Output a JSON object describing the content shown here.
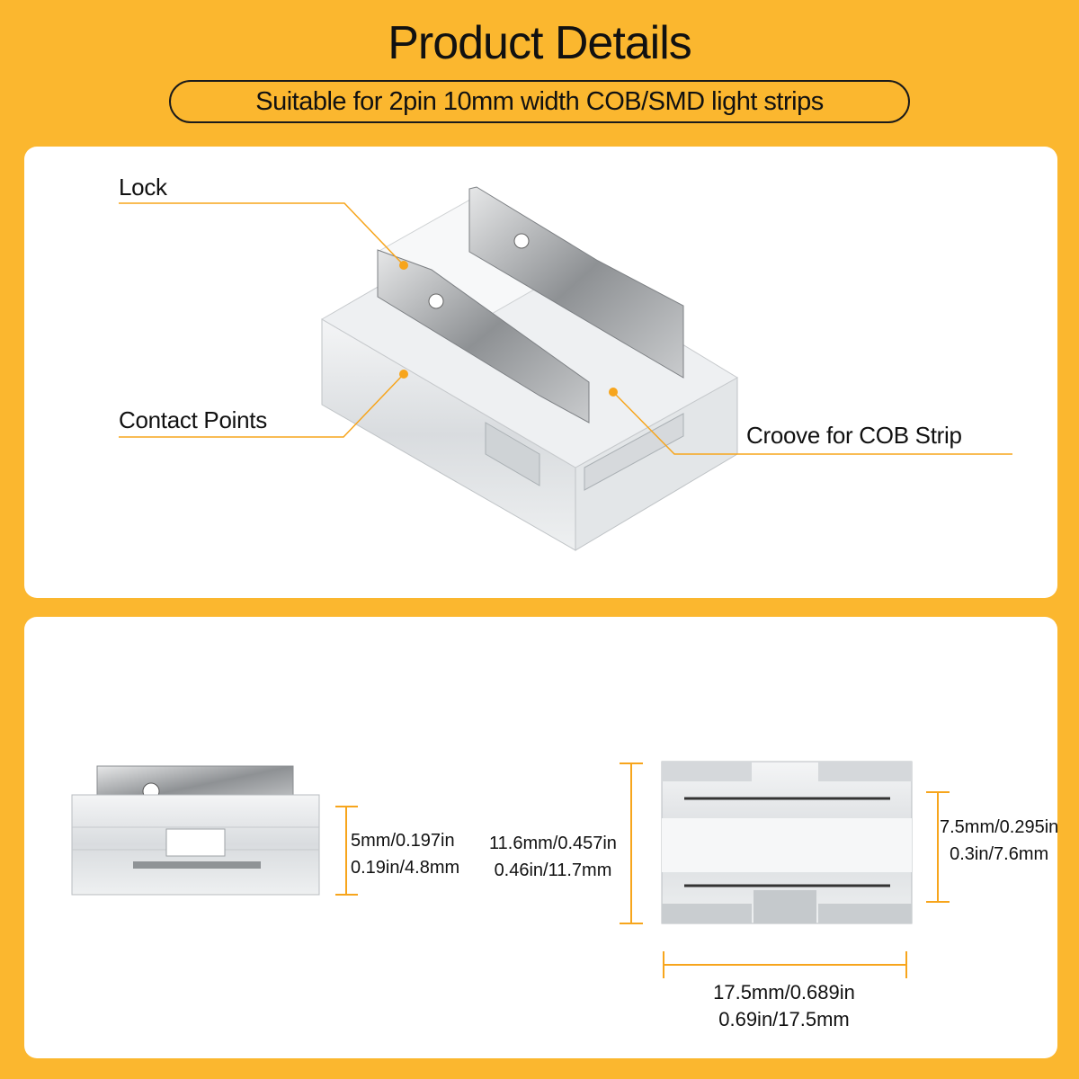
{
  "header": {
    "title": "Product Details",
    "subtitle": "Suitable for 2pin 10mm width COB/SMD light strips"
  },
  "callouts": {
    "lock": "Lock",
    "contact_points": "Contact Points",
    "groove": "Croove for COB Strip"
  },
  "dimensions": {
    "side_height": [
      "5mm/0.197in",
      "0.19in/4.8mm"
    ],
    "total_height": [
      "11.6mm/0.457in",
      "0.46in/11.7mm"
    ],
    "inner_height": [
      "7.5mm/0.295in",
      "0.3in/7.6mm"
    ],
    "width": [
      "17.5mm/0.689in",
      "0.69in/17.5mm"
    ]
  },
  "colors": {
    "background": "#FBB72F",
    "accent_line": "#F7A51C",
    "panel": "#FFFFFF"
  }
}
